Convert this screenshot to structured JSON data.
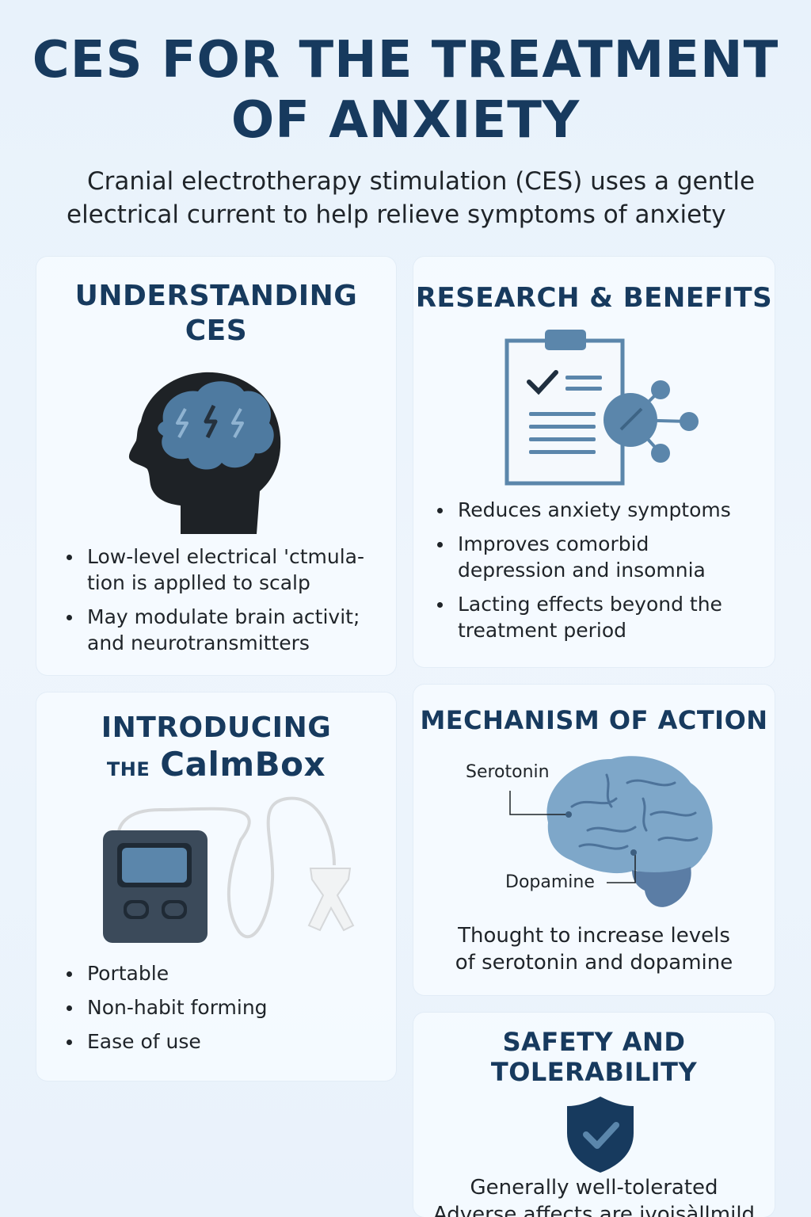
{
  "header": {
    "title_line1": "CES FOR THE TREATMENT",
    "title_line2": "OF ANXIETY",
    "intro_line1": "Cranial electrotherapy stimulation (CES) uses a gentle",
    "intro_line2": "electrical current to help relieve symptoms of anxiety"
  },
  "understanding": {
    "title_line1": "UNDERSTANDING",
    "title_line2": "CES",
    "icon": "head-brain-lightning-icon",
    "bullets": [
      "Low-level electrical 'ctmula-\ntion is applled to scalp",
      "May modulate brain activit;\nand neurotransmitters"
    ]
  },
  "research": {
    "title": "RESEARCH & BENEFITS",
    "icon": "clipboard-network-icon",
    "bullets": [
      "Reduces anxiety symptoms",
      "Improves comorbid\ndepression and insomnia",
      "Lacting effects beyond the\ntreatment period"
    ]
  },
  "calmbox": {
    "title_line1": "INTRODUCING",
    "title_prefix": "THE",
    "title_brand": "CalmBox",
    "icon": "ces-device-icon",
    "bullets": [
      "Portable",
      "Non-habit forming",
      "Ease of use"
    ]
  },
  "mechanism": {
    "title": "MECHANISM OF ACTION",
    "icon": "brain-icon",
    "label_serotonin": "Serotonin",
    "label_dopamine": "Dopamine",
    "caption_line1": "Thought to increase levels",
    "caption_line2": "of serotonin and dopamine"
  },
  "safety": {
    "title_line1": "SAFETY AND",
    "title_line2": "TOLERABILITY",
    "icon": "shield-check-icon",
    "text_line1": "Generally well-tolerated",
    "text_line2": "Adverse affects are ivoisàllmild"
  },
  "colors": {
    "title": "#173a5e",
    "accent_blue": "#5b86ab",
    "dark_slate": "#3b4a5a",
    "background": "#e8f2fb"
  }
}
